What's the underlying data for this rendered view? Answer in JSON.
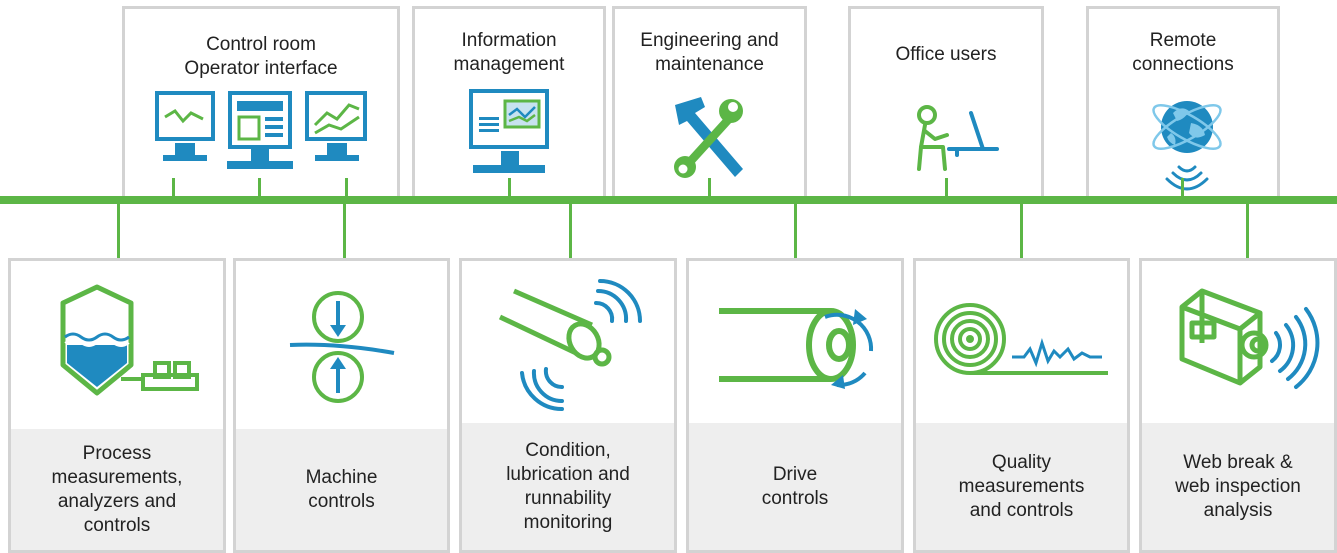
{
  "colors": {
    "green": "#5cb646",
    "blue": "#1f8ac0",
    "border": "#d3d3d3",
    "label_bg": "#eeeeee"
  },
  "top_nodes": [
    {
      "lines": [
        "Control room",
        "Operator interface"
      ],
      "icon": "monitors-icon"
    },
    {
      "lines": [
        "Information",
        "management"
      ],
      "icon": "information-monitor-icon"
    },
    {
      "lines": [
        "Engineering and",
        "maintenance"
      ],
      "icon": "tools-icon"
    },
    {
      "lines": [
        "Office users"
      ],
      "icon": "office-user-icon"
    },
    {
      "lines": [
        "Remote",
        "connections"
      ],
      "icon": "globe-icon"
    }
  ],
  "bottom_nodes": [
    {
      "lines": [
        "Process",
        "measurements,",
        "analyzers and",
        "controls"
      ],
      "icon": "process-tank-icon"
    },
    {
      "lines": [
        "Machine",
        "controls"
      ],
      "icon": "rollers-icon"
    },
    {
      "lines": [
        "Condition,",
        "lubrication and",
        "runnability",
        "monitoring"
      ],
      "icon": "roll-monitoring-icon"
    },
    {
      "lines": [
        "Drive",
        "controls"
      ],
      "icon": "drive-roll-icon"
    },
    {
      "lines": [
        "Quality",
        "measurements",
        "and controls"
      ],
      "icon": "quality-reel-icon"
    },
    {
      "lines": [
        "Web break &",
        "web inspection",
        "analysis"
      ],
      "icon": "camera-icon"
    }
  ]
}
